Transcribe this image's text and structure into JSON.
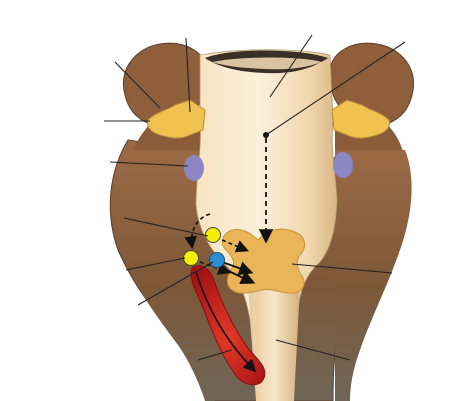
{
  "diagram": {
    "description": "",
    "colors": {
      "background": "#ffffff",
      "outer_brown_light": "#9b6a45",
      "outer_brown_dark": "#6b4a30",
      "brown_gradient_bottom": "#6f6658",
      "core_cream": "#f5dfb9",
      "core_cream_light": "#fbf0dc",
      "core_right_shade": "#d8b787",
      "canal_tan": "#e8cda3",
      "yellow_structures": "#f0c350",
      "orange_nucleus": "#eab558",
      "purple_spots": "#8d86c4",
      "yellow_dots": "#f6f000",
      "blue_dot": "#2d8fd0",
      "red_tract": "#c81e1e",
      "line_color": "#222222"
    },
    "leader_lines": [
      {
        "name": "leader-top-center-right"
      },
      {
        "name": "leader-top-right-to-dot"
      },
      {
        "name": "leader-upper-left-1"
      },
      {
        "name": "leader-upper-left-2"
      },
      {
        "name": "leader-left-to-purple"
      },
      {
        "name": "leader-left-upper-dot"
      },
      {
        "name": "leader-left-lower-dot"
      },
      {
        "name": "leader-left-blue-dot"
      },
      {
        "name": "leader-right-nucleus"
      },
      {
        "name": "leader-lower-left-red"
      },
      {
        "name": "leader-lower-right"
      },
      {
        "name": "leader-top-left-vertical"
      }
    ],
    "icons": {
      "arrow": "arrow-icon",
      "pointer_dot": "pointer-dot-icon"
    }
  }
}
